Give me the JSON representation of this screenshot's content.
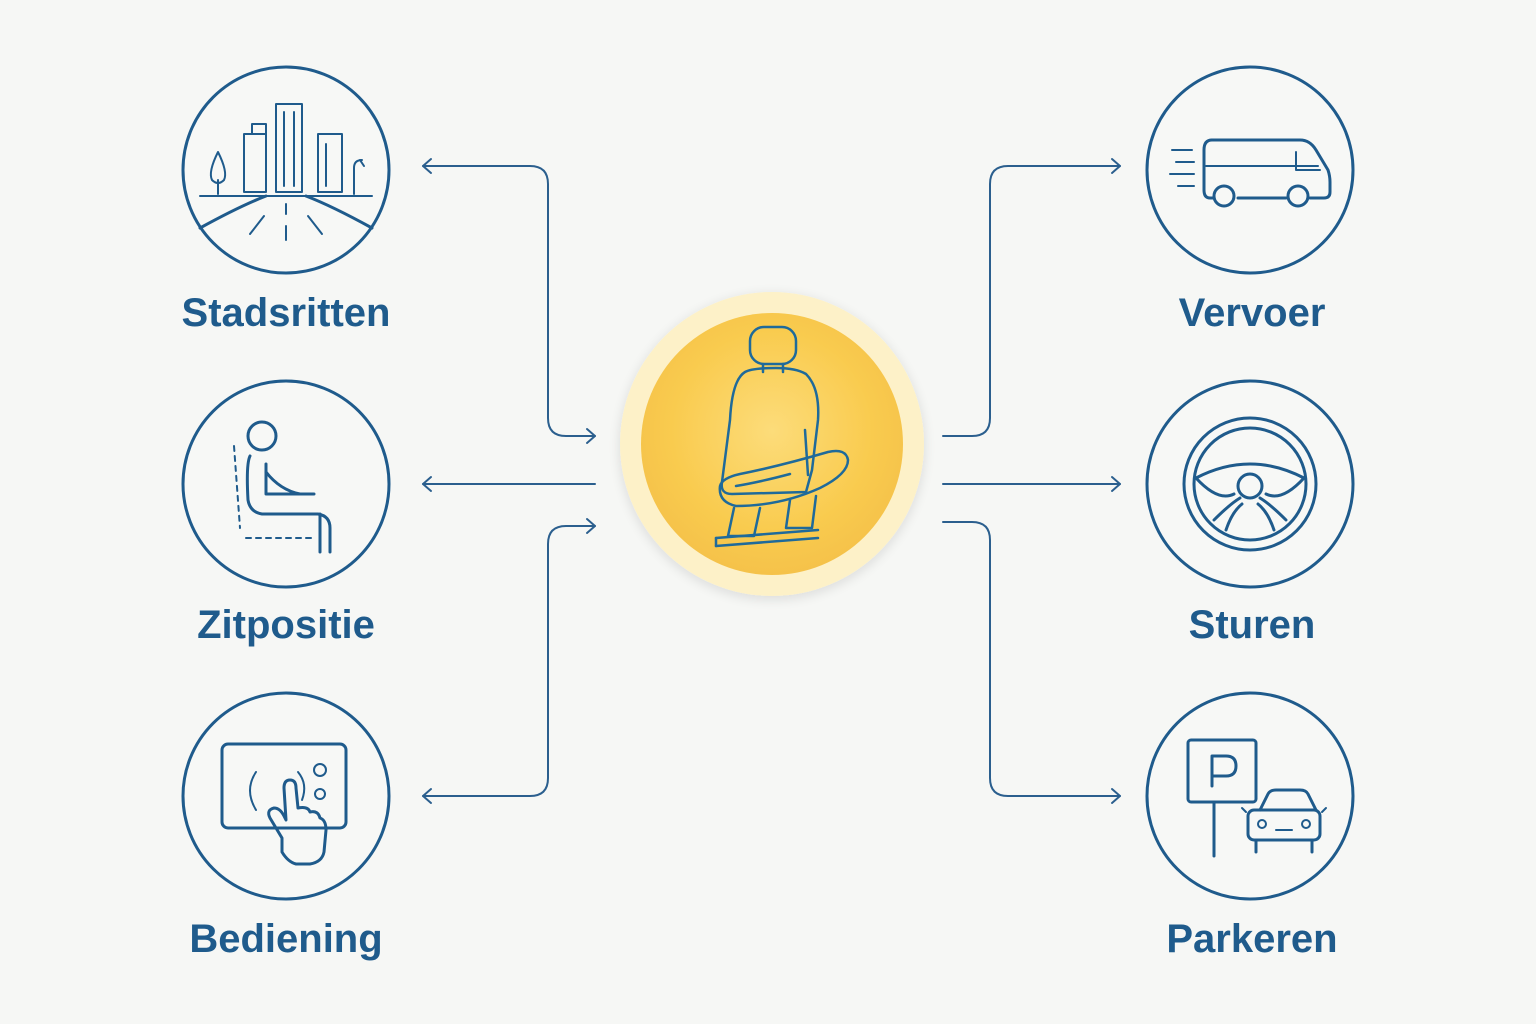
{
  "nodes": {
    "left": [
      {
        "label": "Stadsritten",
        "icon": "city-road-icon"
      },
      {
        "label": "Zitpositie",
        "icon": "seated-person-icon"
      },
      {
        "label": "Bediening",
        "icon": "touch-control-panel-icon"
      }
    ],
    "right": [
      {
        "label": "Vervoer",
        "icon": "van-icon"
      },
      {
        "label": "Sturen",
        "icon": "steering-wheel-icon"
      },
      {
        "label": "Parkeren",
        "icon": "parking-sign-car-icon"
      }
    ],
    "center": {
      "icon": "car-seat-icon"
    }
  },
  "colors": {
    "primary": "#1f5b8c",
    "center_fill": "#f9cf55",
    "center_halo": "#fdf0c4",
    "background": "#f6f7f5"
  }
}
